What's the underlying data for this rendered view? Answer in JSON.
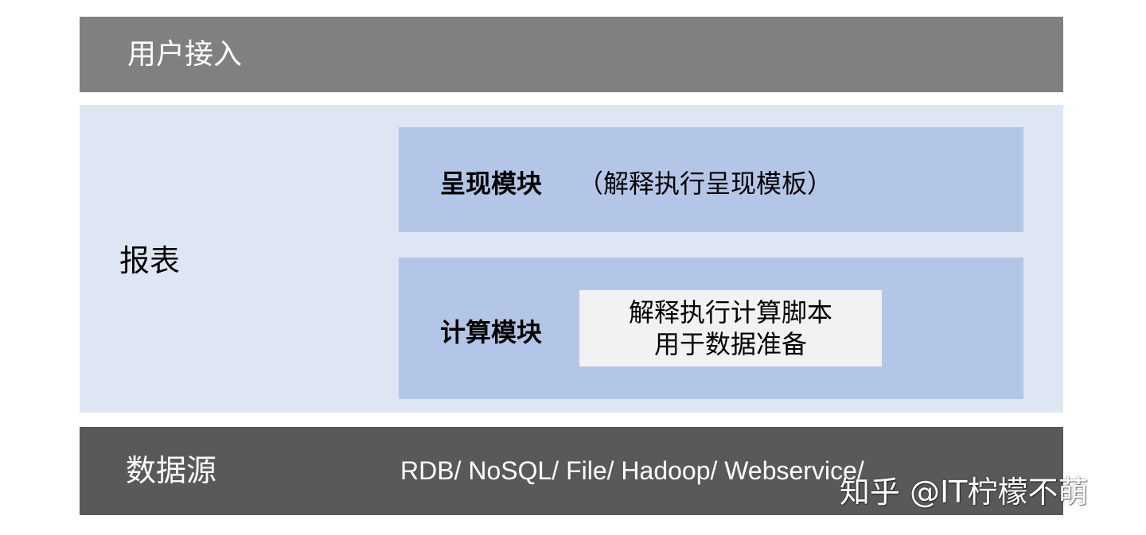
{
  "layers": {
    "user_access": {
      "label": "用户接入"
    },
    "report": {
      "label": "报表",
      "render_module": {
        "title": "呈现模块",
        "description": "（解释执行呈现模板）"
      },
      "compute_module": {
        "title": "计算模块",
        "description_lines": [
          "解释执行计算脚本",
          "用于数据准备"
        ]
      }
    },
    "data_source": {
      "label": "数据源",
      "sources": "RDB/ NoSQL/ File/ Hadoop/ Webservice/"
    }
  },
  "watermark": "知乎 @IT柠檬不萌",
  "colors": {
    "top_layer": "#808080",
    "report_layer": "#dfe6f3",
    "module": "#b3c6e7",
    "compute_box": "#f2f2f2",
    "data_layer": "#595959"
  }
}
